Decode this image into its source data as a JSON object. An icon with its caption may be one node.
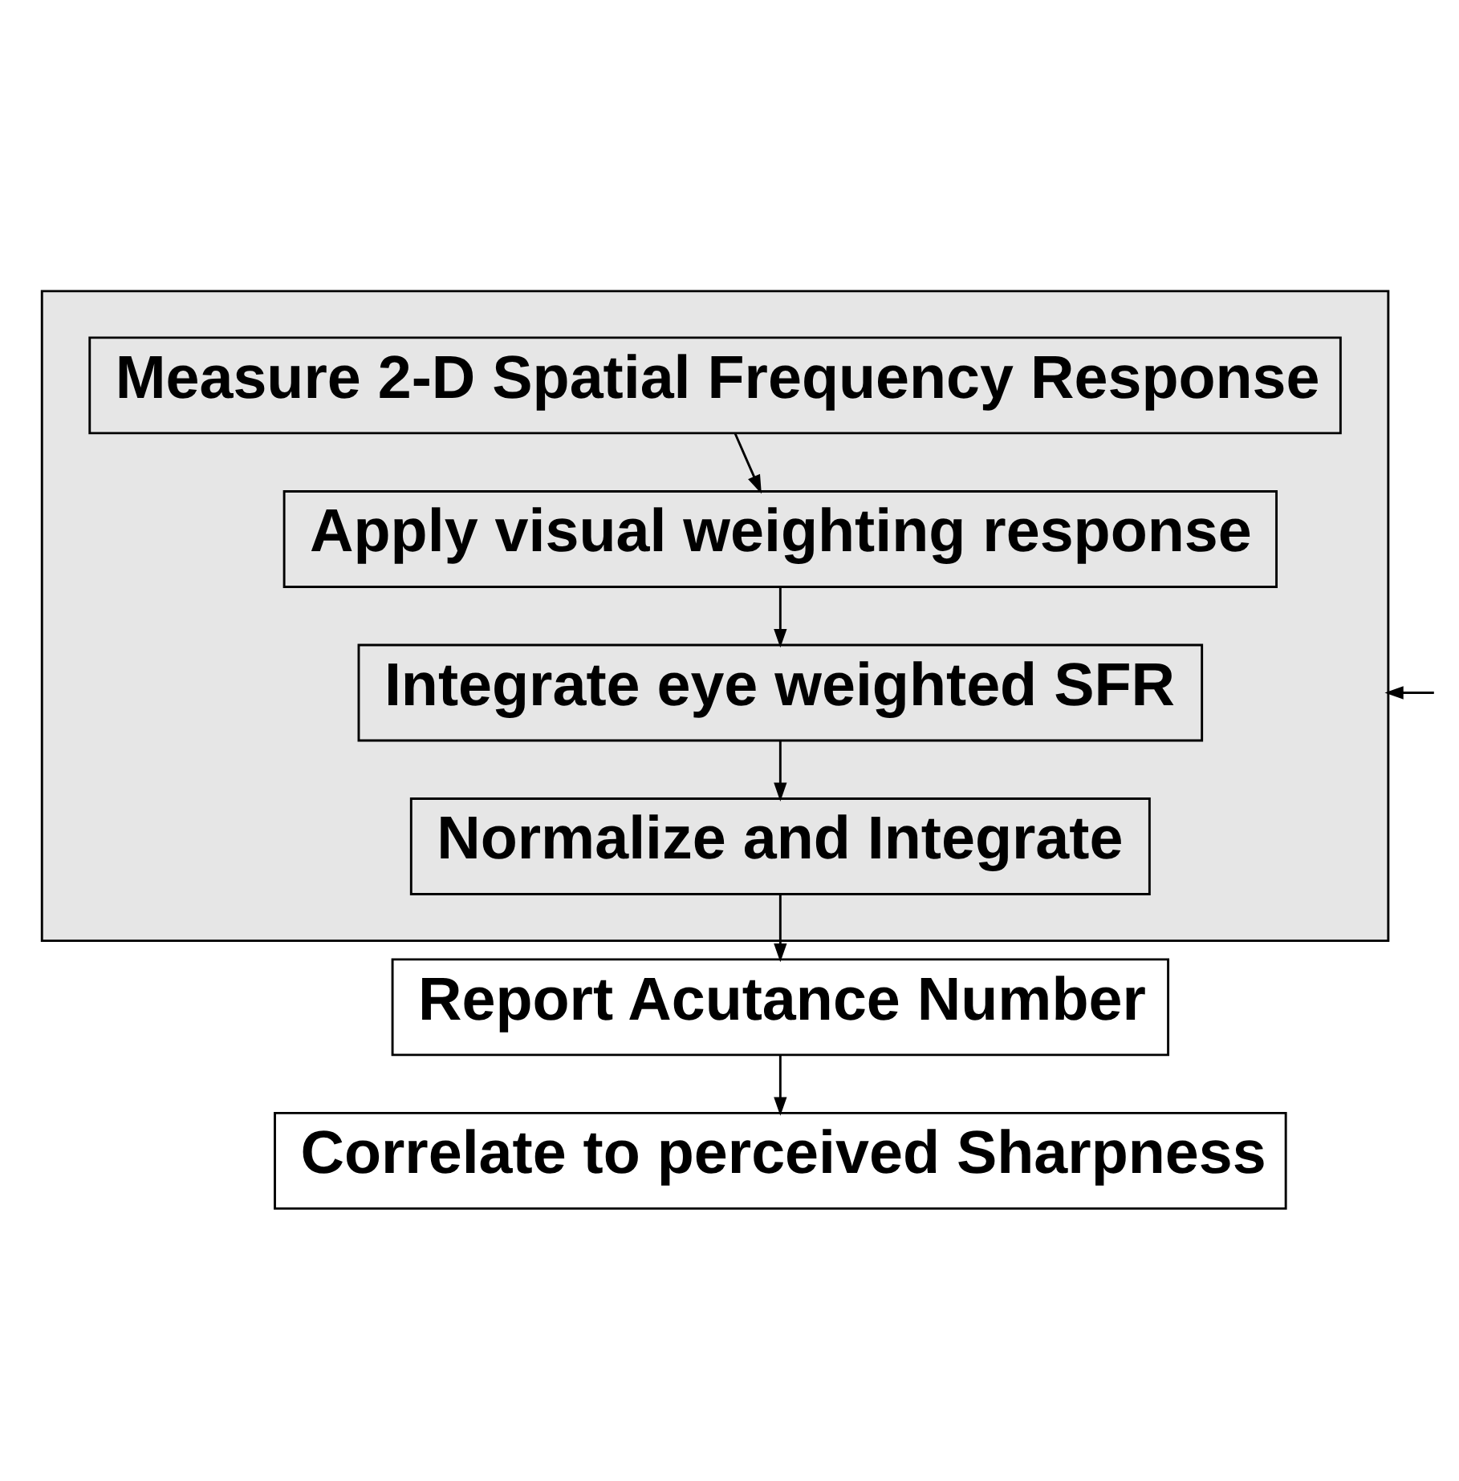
{
  "diagram": {
    "nodes": [
      {
        "text": [],
        "shape": "box"
      },
      {
        "text": [
          "Measure 2-D Spatial Frequency Response"
        ],
        "in": 0
      },
      {
        "text": [
          "Apply visual weighting response"
        ],
        "in": 0
      },
      {
        "text": [
          "Integrate eye weighted SFR"
        ],
        "in": 0
      },
      {
        "text": [
          "Normalize and Integrate"
        ],
        "in": 0
      },
      {
        "text": [
          "Report Acutance Number"
        ]
      },
      {
        "text": [
          "Correlate to perceived Sharpness"
        ]
      }
    ],
    "edges": [
      {
        "from": 1,
        "to": 2,
        "arrow": "to"
      },
      {
        "from": 2,
        "to": 3,
        "arrow": "to"
      },
      {
        "from": 3,
        "to": 4,
        "arrow": "to"
      },
      {
        "from": 4,
        "to": 5,
        "arrow": "to"
      },
      {
        "from": 5,
        "to": 6,
        "arrow": "to"
      },
      {
        "from": null,
        "to": 0,
        "arrow": "to"
      }
    ]
  }
}
